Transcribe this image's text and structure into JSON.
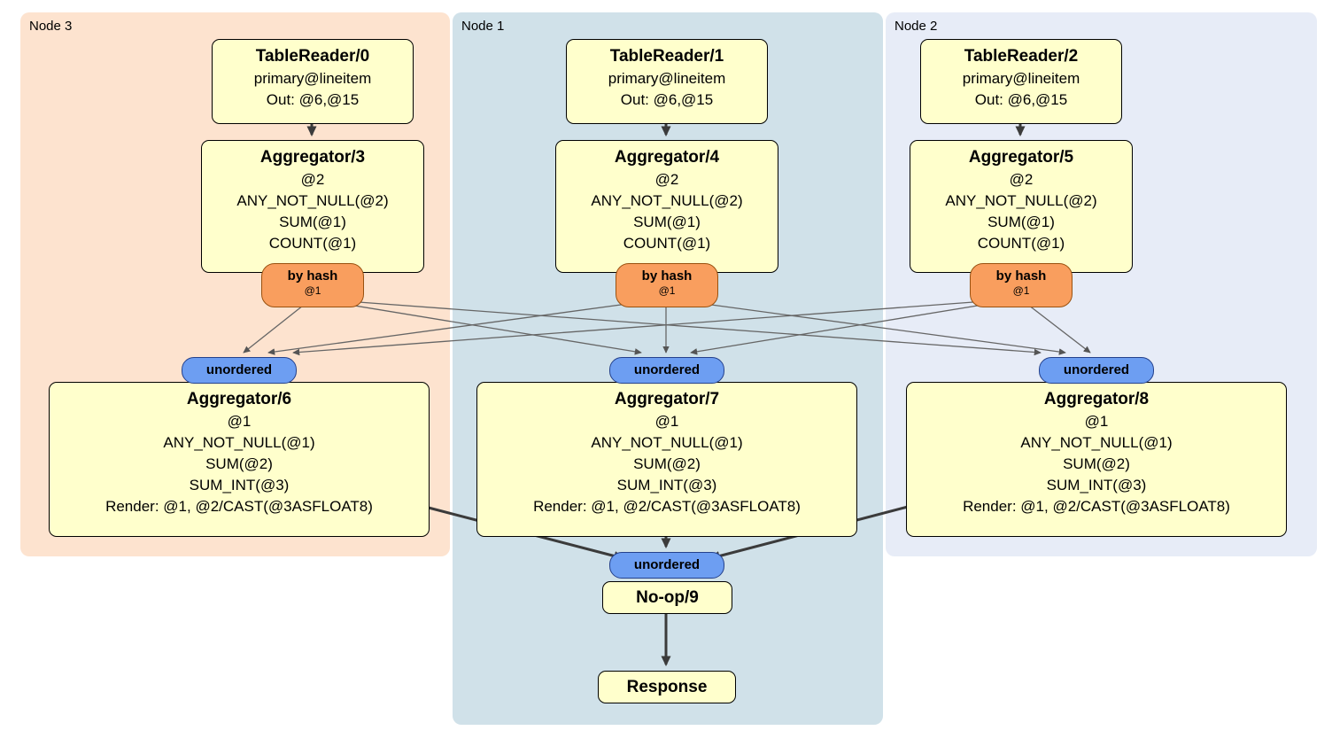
{
  "groups": [
    {
      "id": "node3",
      "label": "Node 3",
      "bg": "#fde3cf"
    },
    {
      "id": "node1",
      "label": "Node 1",
      "bg": "#d0e1e9"
    },
    {
      "id": "node2",
      "label": "Node 2",
      "bg": "#e7ecf7"
    }
  ],
  "tablereaders": [
    {
      "title": "TableReader/0",
      "lines": [
        "primary@lineitem",
        "Out: @6,@15"
      ]
    },
    {
      "title": "TableReader/1",
      "lines": [
        "primary@lineitem",
        "Out: @6,@15"
      ]
    },
    {
      "title": "TableReader/2",
      "lines": [
        "primary@lineitem",
        "Out: @6,@15"
      ]
    }
  ],
  "hash_aggregators": [
    {
      "title": "Aggregator/3",
      "lines": [
        "@2",
        "ANY_NOT_NULL(@2)",
        "SUM(@1)",
        "COUNT(@1)"
      ]
    },
    {
      "title": "Aggregator/4",
      "lines": [
        "@2",
        "ANY_NOT_NULL(@2)",
        "SUM(@1)",
        "COUNT(@1)"
      ]
    },
    {
      "title": "Aggregator/5",
      "lines": [
        "@2",
        "ANY_NOT_NULL(@2)",
        "SUM(@1)",
        "COUNT(@1)"
      ]
    }
  ],
  "routers": [
    {
      "label": "by hash",
      "detail": "@1"
    },
    {
      "label": "by hash",
      "detail": "@1"
    },
    {
      "label": "by hash",
      "detail": "@1"
    }
  ],
  "syncs": [
    {
      "label": "unordered"
    },
    {
      "label": "unordered"
    },
    {
      "label": "unordered"
    },
    {
      "label": "unordered"
    }
  ],
  "final_aggregators": [
    {
      "title": "Aggregator/6",
      "lines": [
        "@1",
        "ANY_NOT_NULL(@1)",
        "SUM(@2)",
        "SUM_INT(@3)",
        "Render: @1, @2/CAST(@3ASFLOAT8)"
      ]
    },
    {
      "title": "Aggregator/7",
      "lines": [
        "@1",
        "ANY_NOT_NULL(@1)",
        "SUM(@2)",
        "SUM_INT(@3)",
        "Render: @1, @2/CAST(@3ASFLOAT8)"
      ]
    },
    {
      "title": "Aggregator/8",
      "lines": [
        "@1",
        "ANY_NOT_NULL(@1)",
        "SUM(@2)",
        "SUM_INT(@3)",
        "Render: @1, @2/CAST(@3ASFLOAT8)"
      ]
    }
  ],
  "noop": {
    "title": "No-op/9"
  },
  "response": {
    "title": "Response"
  },
  "colors": {
    "processor_bg": "#ffffcc",
    "router_bg": "#f99e5e",
    "sync_bg": "#6d9ef2",
    "node3_bg": "#fde3cf",
    "node1_bg": "#d0e1e9",
    "node2_bg": "#e7ecf7",
    "mesh_edge": "#666666",
    "flow_edge": "#3b3b3b"
  }
}
